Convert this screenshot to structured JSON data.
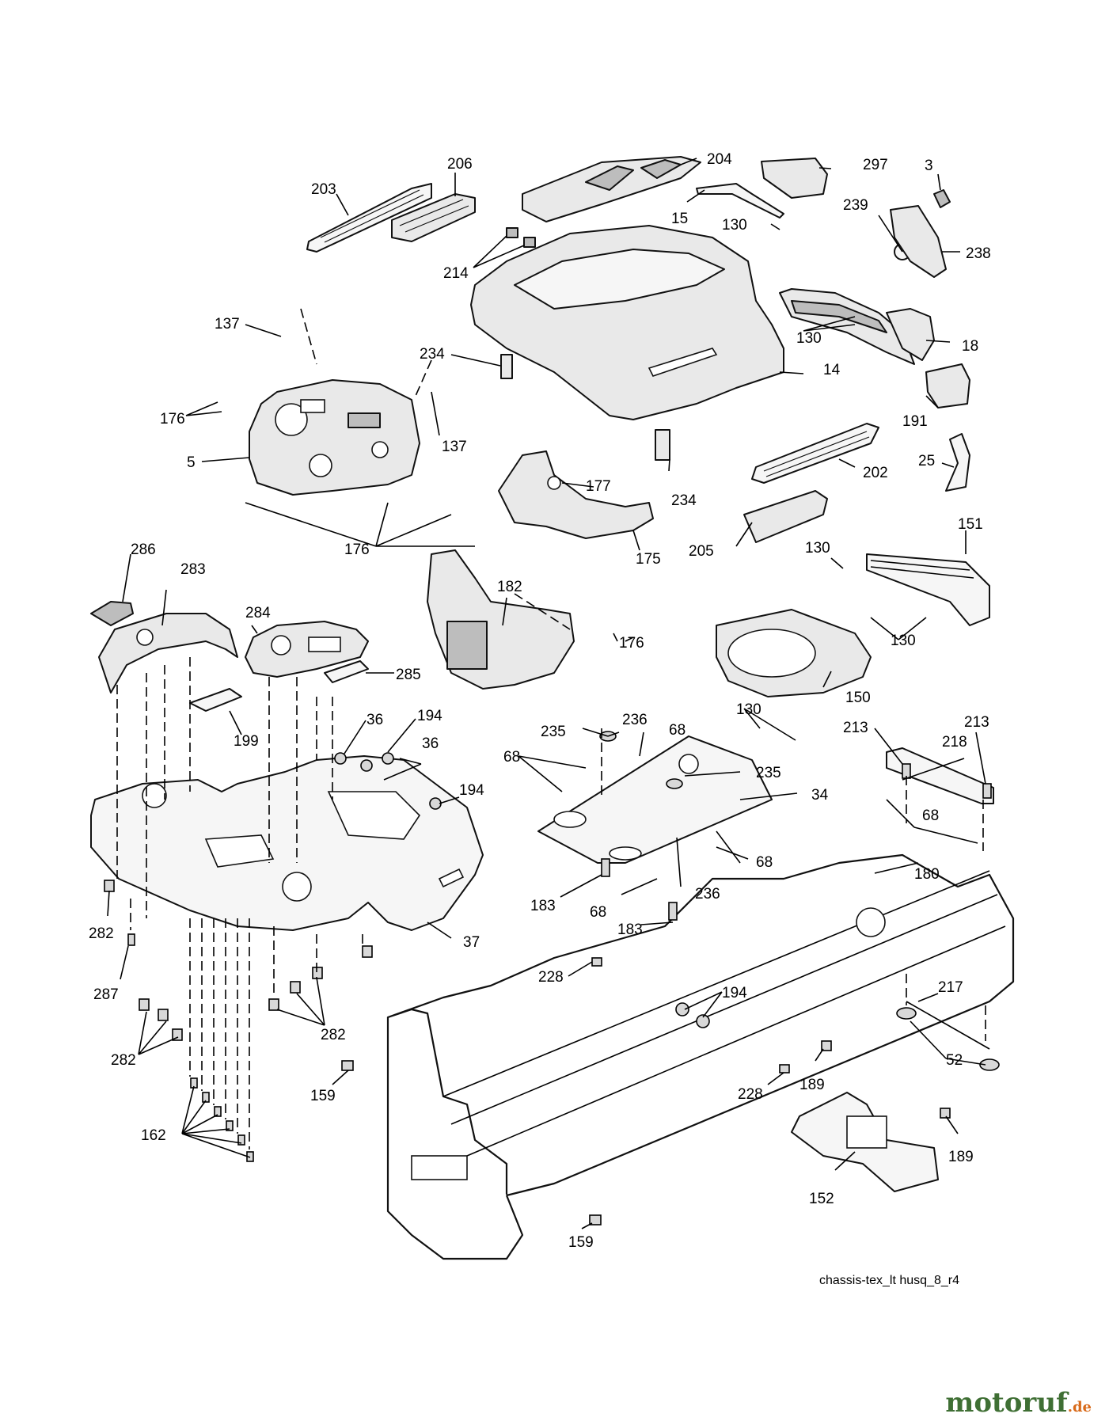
{
  "diagram": {
    "caption": "chassis-tex_lt husq_8_r4",
    "callouts": [
      {
        "id": "c203",
        "label": "203"
      },
      {
        "id": "c206",
        "label": "206"
      },
      {
        "id": "c204",
        "label": "204"
      },
      {
        "id": "c297",
        "label": "297"
      },
      {
        "id": "c3",
        "label": "3"
      },
      {
        "id": "c15",
        "label": "15"
      },
      {
        "id": "c130a",
        "label": "130"
      },
      {
        "id": "c239",
        "label": "239"
      },
      {
        "id": "c238",
        "label": "238"
      },
      {
        "id": "c214",
        "label": "214"
      },
      {
        "id": "c137a",
        "label": "137"
      },
      {
        "id": "c130b",
        "label": "130"
      },
      {
        "id": "c18",
        "label": "18"
      },
      {
        "id": "c234a",
        "label": "234"
      },
      {
        "id": "c14",
        "label": "14"
      },
      {
        "id": "c176a",
        "label": "176"
      },
      {
        "id": "c191",
        "label": "191"
      },
      {
        "id": "c137b",
        "label": "137"
      },
      {
        "id": "c5",
        "label": "5"
      },
      {
        "id": "c202",
        "label": "202"
      },
      {
        "id": "c25",
        "label": "25"
      },
      {
        "id": "c177",
        "label": "177"
      },
      {
        "id": "c234b",
        "label": "234"
      },
      {
        "id": "c151",
        "label": "151"
      },
      {
        "id": "c176b",
        "label": "176"
      },
      {
        "id": "c205",
        "label": "205"
      },
      {
        "id": "c175",
        "label": "175"
      },
      {
        "id": "c130c",
        "label": "130"
      },
      {
        "id": "c286",
        "label": "286"
      },
      {
        "id": "c283",
        "label": "283"
      },
      {
        "id": "c182",
        "label": "182"
      },
      {
        "id": "c284",
        "label": "284"
      },
      {
        "id": "c130d",
        "label": "130"
      },
      {
        "id": "c176c",
        "label": "176"
      },
      {
        "id": "c285",
        "label": "285"
      },
      {
        "id": "c150",
        "label": "150"
      },
      {
        "id": "c130e",
        "label": "130"
      },
      {
        "id": "c194a",
        "label": "194"
      },
      {
        "id": "c36a",
        "label": "36"
      },
      {
        "id": "c236a",
        "label": "236"
      },
      {
        "id": "c199",
        "label": "199"
      },
      {
        "id": "c235a",
        "label": "235"
      },
      {
        "id": "c68a",
        "label": "68"
      },
      {
        "id": "c213a",
        "label": "213"
      },
      {
        "id": "c213b",
        "label": "213"
      },
      {
        "id": "c36b",
        "label": "36"
      },
      {
        "id": "c218",
        "label": "218"
      },
      {
        "id": "c68b",
        "label": "68"
      },
      {
        "id": "c235b",
        "label": "235"
      },
      {
        "id": "c194b",
        "label": "194"
      },
      {
        "id": "c34",
        "label": "34"
      },
      {
        "id": "c68c",
        "label": "68"
      },
      {
        "id": "c68d",
        "label": "68"
      },
      {
        "id": "c180",
        "label": "180"
      },
      {
        "id": "c183a",
        "label": "183"
      },
      {
        "id": "c236b",
        "label": "236"
      },
      {
        "id": "c68e",
        "label": "68"
      },
      {
        "id": "c183b",
        "label": "183"
      },
      {
        "id": "c282a",
        "label": "282"
      },
      {
        "id": "c37",
        "label": "37"
      },
      {
        "id": "c287",
        "label": "287"
      },
      {
        "id": "c228a",
        "label": "228"
      },
      {
        "id": "c217",
        "label": "217"
      },
      {
        "id": "c194c",
        "label": "194"
      },
      {
        "id": "c282b",
        "label": "282"
      },
      {
        "id": "c282c",
        "label": "282"
      },
      {
        "id": "c52",
        "label": "52"
      },
      {
        "id": "c159a",
        "label": "159"
      },
      {
        "id": "c228b",
        "label": "228"
      },
      {
        "id": "c189a",
        "label": "189"
      },
      {
        "id": "c162",
        "label": "162"
      },
      {
        "id": "c189b",
        "label": "189"
      },
      {
        "id": "c152",
        "label": "152"
      },
      {
        "id": "c159b",
        "label": "159"
      }
    ]
  },
  "watermark": {
    "main": "motoruf",
    "tld": ".de",
    "main_color": "#3f6f34",
    "tld_color": "#d86a1a"
  }
}
